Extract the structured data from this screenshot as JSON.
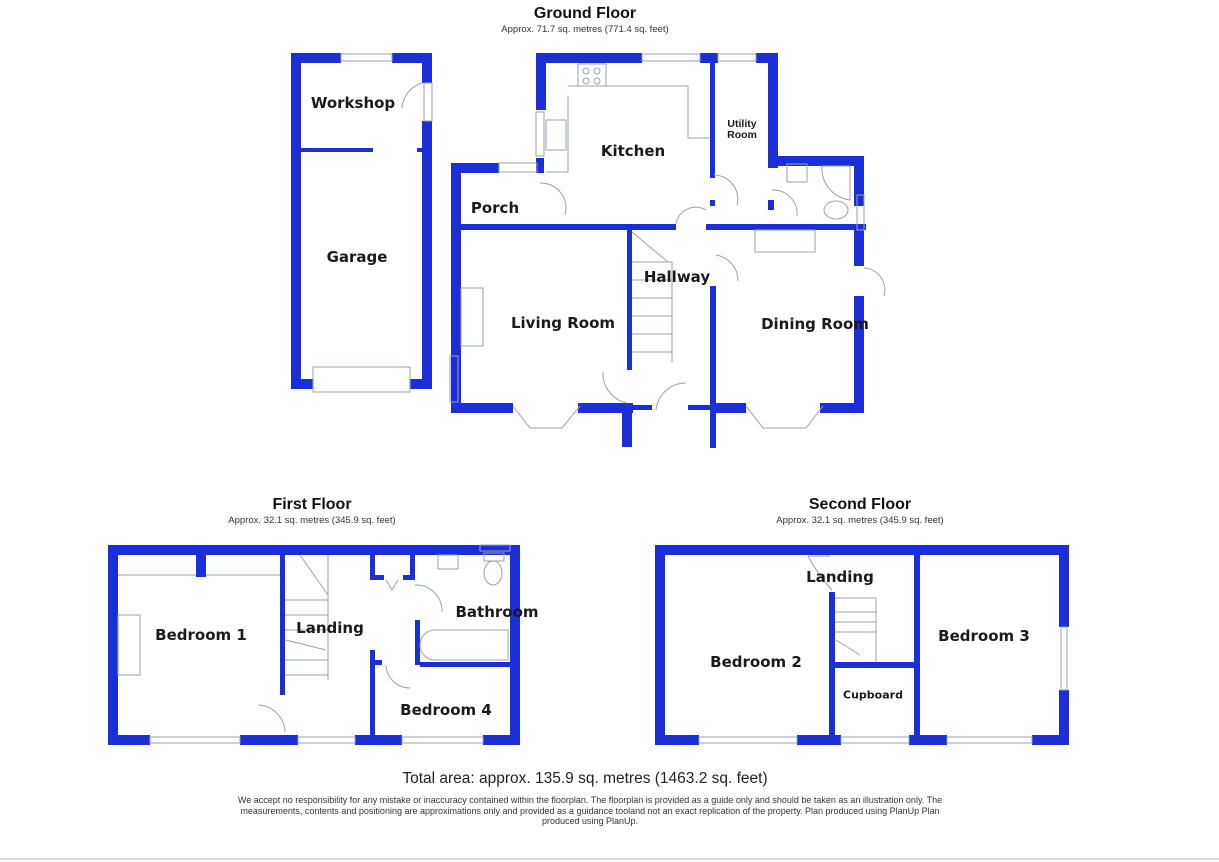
{
  "colors": {
    "wall": "#1a2fd8",
    "fixture": "#9aa0b0",
    "text": "#1a1a1a"
  },
  "ground_floor": {
    "title": "Ground Floor",
    "area": "Approx. 71.7 sq. metres (771.4 sq. feet)",
    "rooms": {
      "workshop": "Workshop",
      "garage": "Garage",
      "porch": "Porch",
      "kitchen": "Kitchen",
      "utility": "Utility Room",
      "hallway": "Hallway",
      "living": "Living Room",
      "dining": "Dining Room"
    }
  },
  "first_floor": {
    "title": "First Floor",
    "area": "Approx. 32.1 sq. metres (345.9 sq. feet)",
    "rooms": {
      "bedroom1": "Bedroom 1",
      "landing": "Landing",
      "bathroom": "Bathroom",
      "bedroom4": "Bedroom 4"
    }
  },
  "second_floor": {
    "title": "Second Floor",
    "area": "Approx. 32.1 sq. metres (345.9 sq. feet)",
    "rooms": {
      "landing": "Landing",
      "bedroom2": "Bedroom 2",
      "bedroom3": "Bedroom 3",
      "cupboard": "Cupboard"
    }
  },
  "footer": {
    "total": "Total area: approx. 135.9 sq. metres (1463.2 sq. feet)",
    "disclaimer": "We accept no responsibility for any mistake or inaccuracy contained within the floorplan. The floorplan is provided as a guide only and should be taken as an illustration only. The measurements, contents and positioning are approximations only and provided as a guidance tooland not an exact replication of the property. Plan produced using PlanUp Plan produced using PlanUp."
  }
}
